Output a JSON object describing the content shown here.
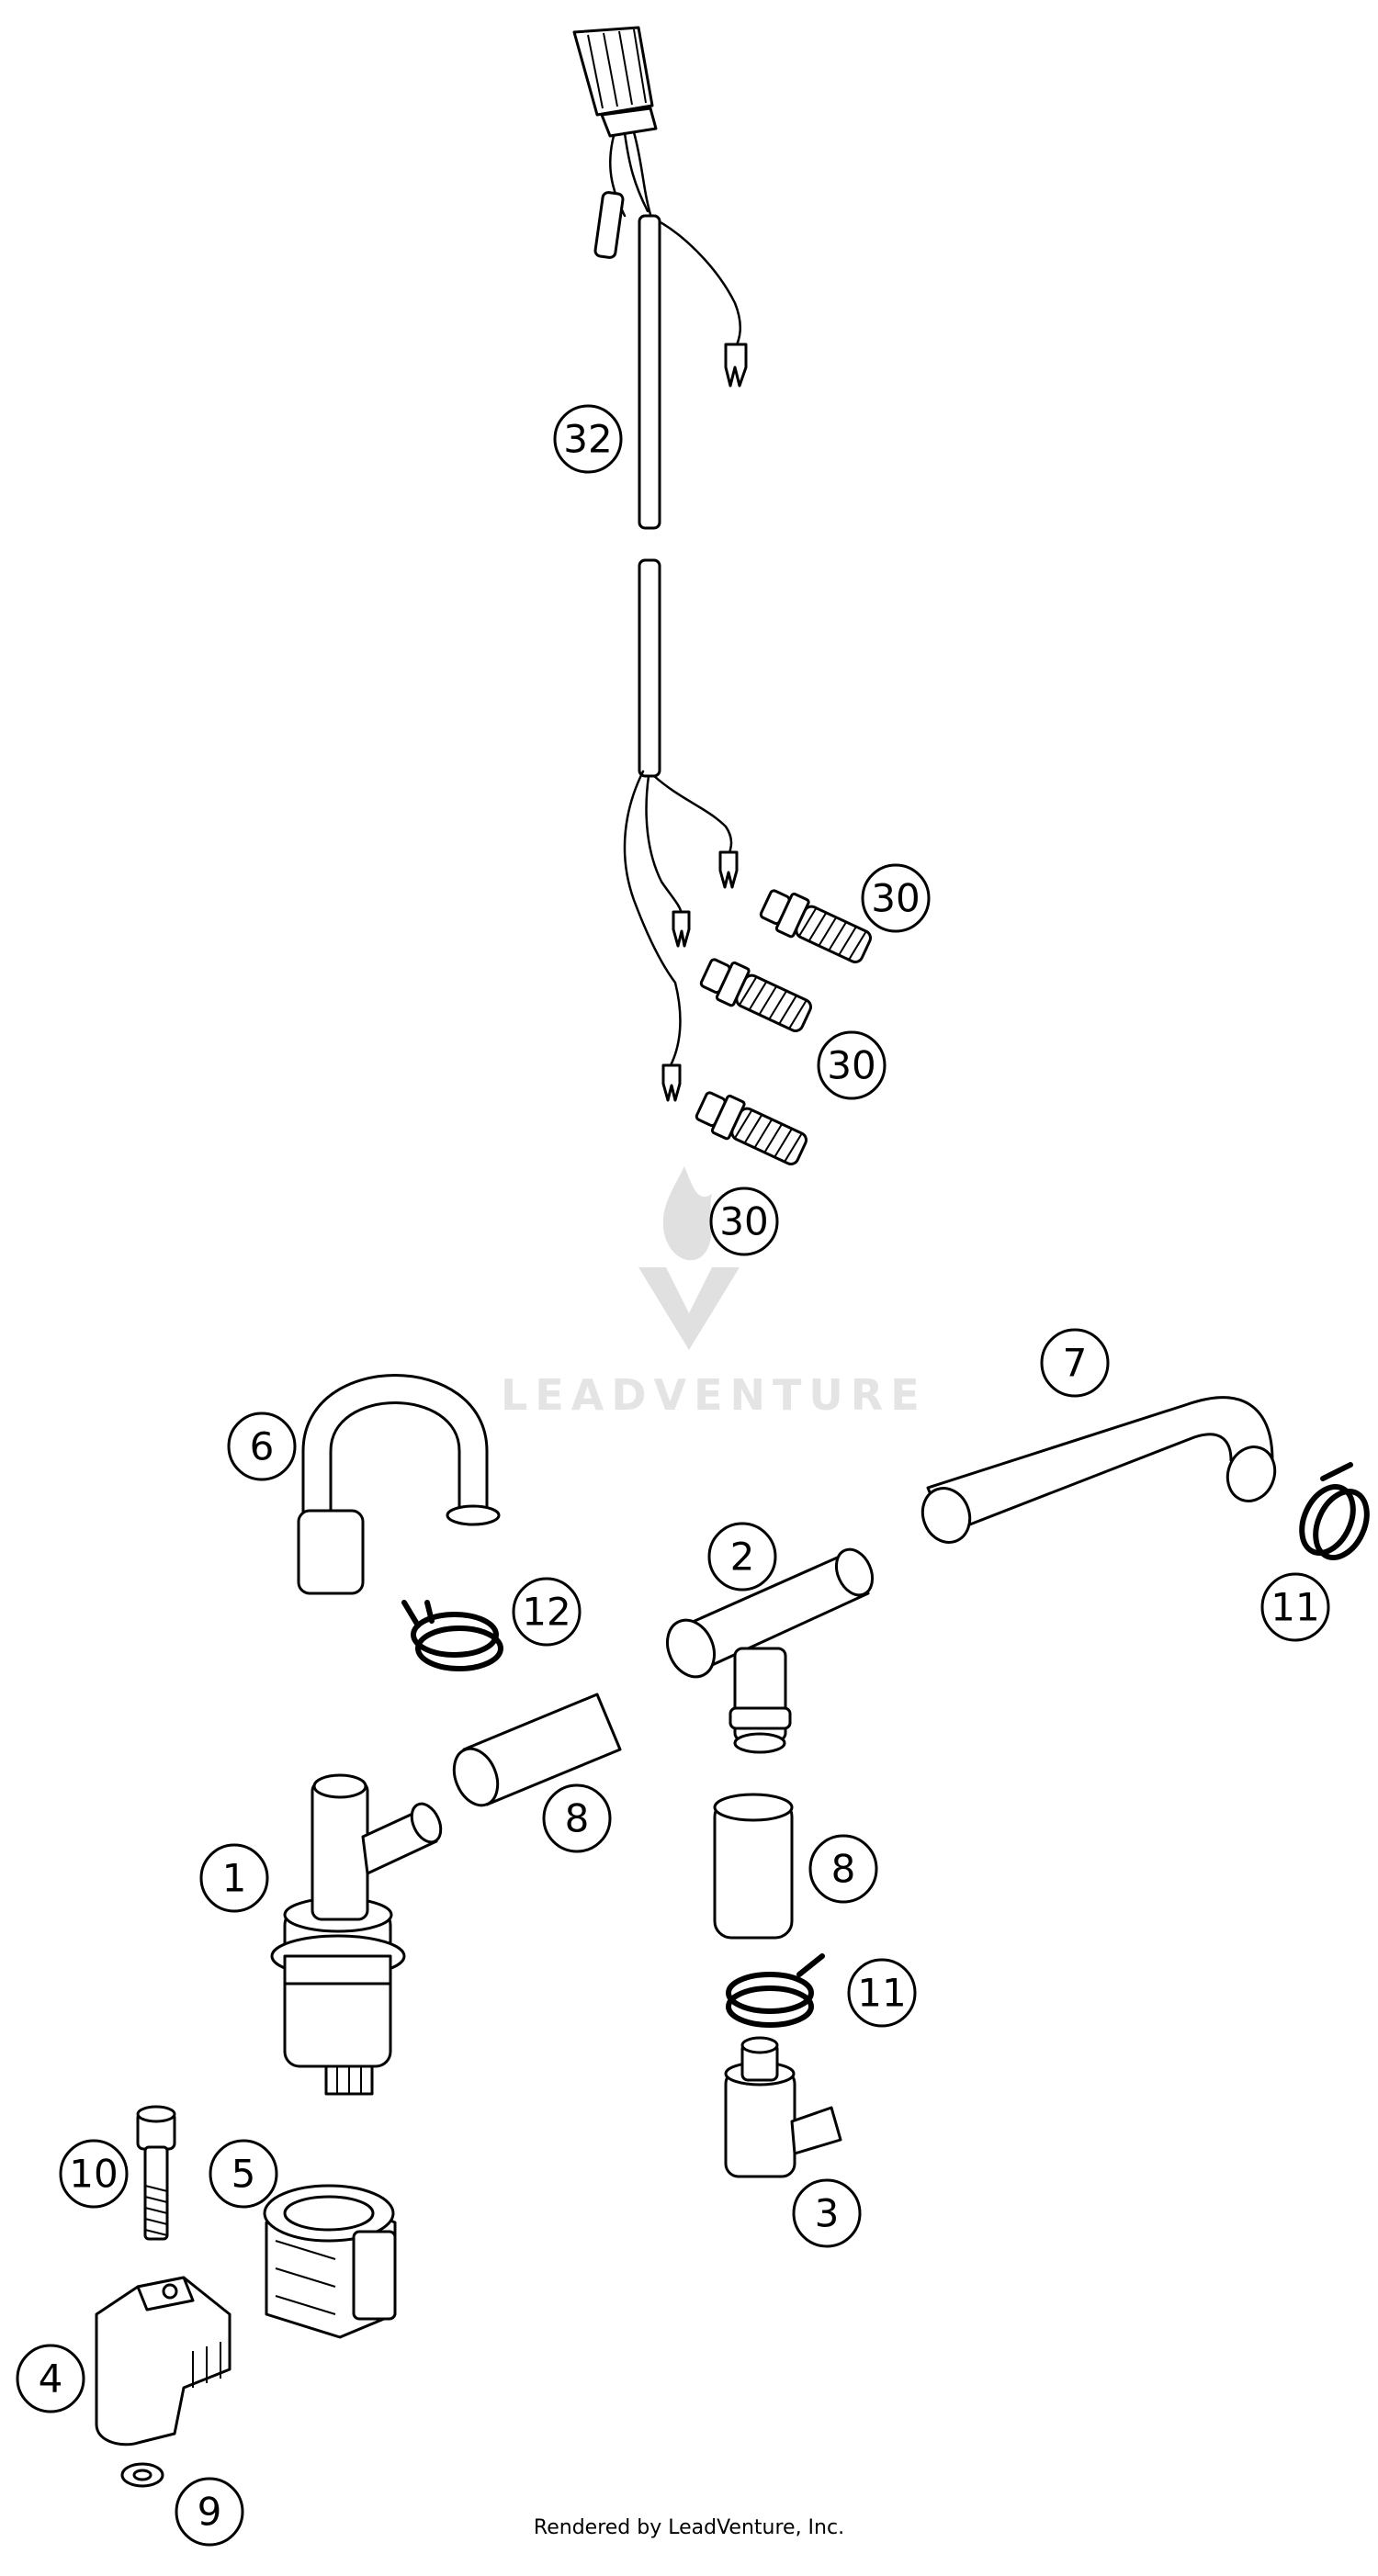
{
  "watermark": {
    "brand": "LEADVENTURE"
  },
  "footer": {
    "credit": "Rendered by LeadVenture, Inc."
  },
  "callouts": {
    "c1": "1",
    "c2": "2",
    "c3": "3",
    "c4": "4",
    "c5": "5",
    "c6": "6",
    "c7": "7",
    "c8a": "8",
    "c8b": "8",
    "c9": "9",
    "c10": "10",
    "c11a": "11",
    "c11b": "11",
    "c12": "12",
    "c30a": "30",
    "c30b": "30",
    "c30c": "30",
    "c32": "32"
  }
}
